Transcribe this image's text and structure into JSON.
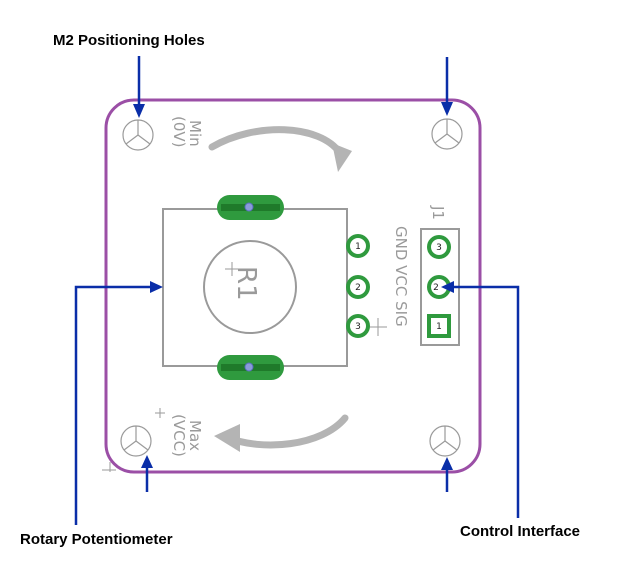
{
  "callouts": {
    "holes": "M2 Positioning Holes",
    "pot": "Rotary Potentiometer",
    "iface": "Control Interface"
  },
  "silkscreen": {
    "min_label": "Min",
    "min_value": "(0V)",
    "max_label": "Max",
    "max_value": "(VCC)",
    "ref": "R1",
    "header_ref": "J1",
    "pins": "GND VCC SIG"
  },
  "pot_pins": [
    "1",
    "2",
    "3"
  ],
  "header_pins": [
    "3",
    "2",
    "1"
  ],
  "colors": {
    "board_outline": "#9b4fa6",
    "arrow": "#0a2ea8",
    "pad_green": "#2f9a3e",
    "silk_gray": "#9a9a9a"
  }
}
